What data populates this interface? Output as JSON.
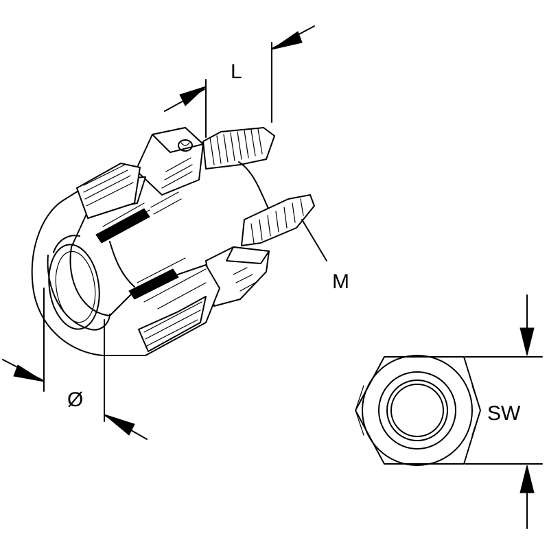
{
  "labels": {
    "length": "L",
    "thread": "M",
    "diameter": "Ø",
    "wrench_size": "SW"
  }
}
